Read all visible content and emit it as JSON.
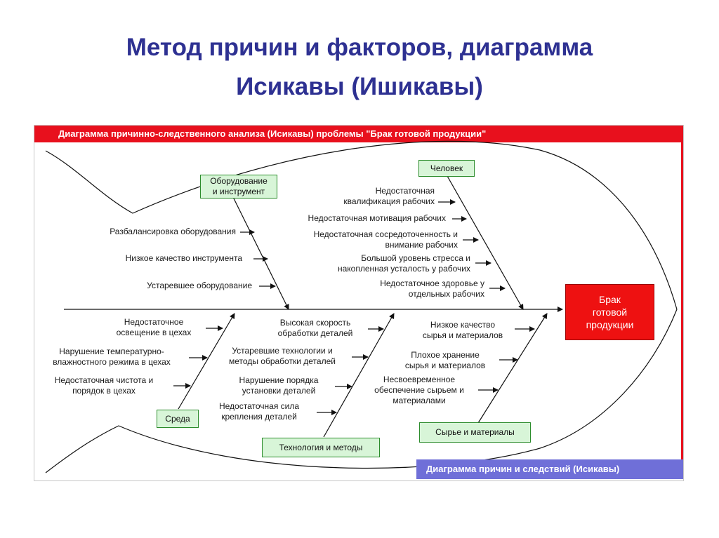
{
  "slide": {
    "title_line1": "Метод причин и факторов, диаграмма",
    "title_line2": "Исикавы (Ишикавы)"
  },
  "diagram": {
    "banner_top": "Диаграмма причинно-следственного анализа (Исикавы) проблемы \"Брак готовой продукции\"",
    "banner_bottom": "Диаграмма причин и следствий (Исикавы)",
    "effect": {
      "line1": "Брак",
      "line2": "готовой",
      "line3": "продукции"
    },
    "categories": {
      "equipment": {
        "line1": "Оборудование",
        "line2": "и инструмент"
      },
      "people": {
        "line1": "Человек"
      },
      "environment": {
        "line1": "Среда"
      },
      "technology": {
        "line1": "Технология и методы"
      },
      "materials": {
        "line1": "Сырье и материалы"
      }
    },
    "causes": {
      "equipment": [
        {
          "line1": "Разбалансировка оборудования"
        },
        {
          "line1": "Низкое качество инструмента"
        },
        {
          "line1": "Устаревшее оборудование"
        }
      ],
      "people": [
        {
          "line1": "Недостаточная",
          "line2": "квалификация рабочих"
        },
        {
          "line1": "Недостаточная мотивация рабочих"
        },
        {
          "line1": "Недостаточная сосредоточенность и",
          "line2": "внимание рабочих"
        },
        {
          "line1": "Большой уровень стресса и",
          "line2": "накопленная усталость у рабочих"
        },
        {
          "line1": "Недостаточное здоровье у",
          "line2": "отдельных рабочих"
        }
      ],
      "environment": [
        {
          "line1": "Недостаточное",
          "line2": "освещение в цехах"
        },
        {
          "line1": "Нарушение температурно-",
          "line2": "влажностного режима в цехах"
        },
        {
          "line1": "Недостаточная чистота и",
          "line2": "порядок в цехах"
        }
      ],
      "technology": [
        {
          "line1": "Высокая скорость",
          "line2": "обработки деталей"
        },
        {
          "line1": "Устаревшие технологии и",
          "line2": "методы обработки деталей"
        },
        {
          "line1": "Нарушение порядка",
          "line2": "установки деталей"
        },
        {
          "line1": "Недостаточная сила",
          "line2": "крепления деталей"
        }
      ],
      "materials": [
        {
          "line1": "Низкое качество",
          "line2": "сырья и материалов"
        },
        {
          "line1": "Плохое хранение",
          "line2": "сырья и материалов"
        },
        {
          "line1": "Несвоевременное",
          "line2": "обеспечение сырьем и",
          "line3": "материалами"
        }
      ]
    }
  },
  "colors": {
    "title": "#2e3192",
    "banner_top": "#e8101d",
    "banner_bottom": "#6f6fd8",
    "category_fill": "#d8f5d8",
    "category_border": "#2c8c2c",
    "effect_fill": "#ee1111"
  }
}
